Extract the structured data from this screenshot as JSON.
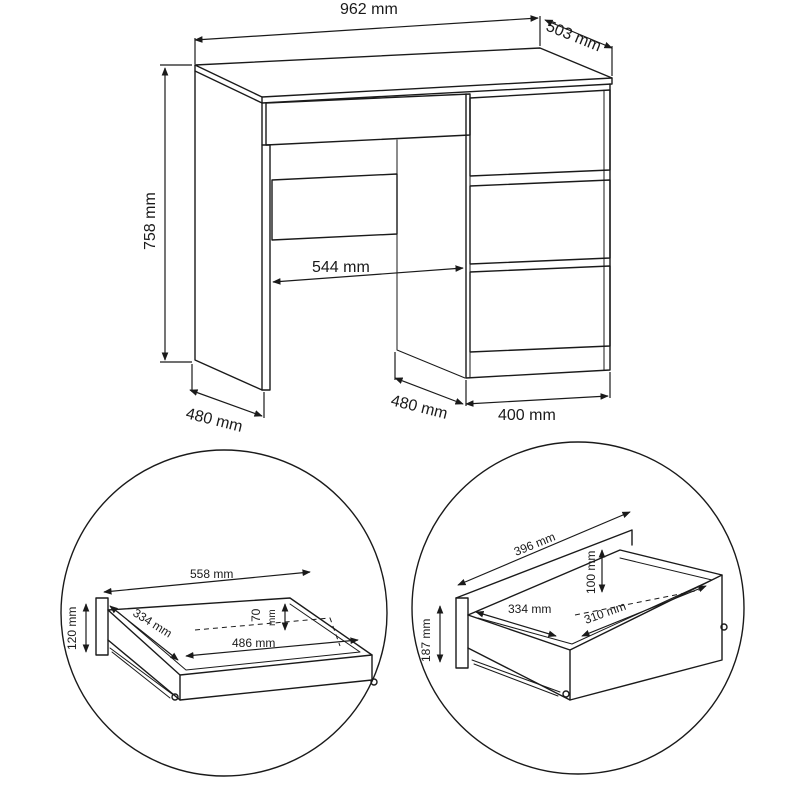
{
  "desk": {
    "width": "962 mm",
    "depth": "503 mm",
    "height": "758 mm",
    "knee_space": "544 mm",
    "left_leg_depth": "480 mm",
    "right_base_depth": "480 mm",
    "cabinet_width": "400 mm"
  },
  "small_drawer": {
    "outer_width": "558 mm",
    "inner_width": "486 mm",
    "depth": "334 mm",
    "front_height": "120 mm",
    "inner_height_value": "70",
    "inner_height_unit": "mm"
  },
  "large_drawer": {
    "outer_width": "396 mm",
    "depth": "334 mm",
    "inner_width": "310 mm",
    "front_height": "187 mm",
    "inner_height": "100 mm"
  }
}
